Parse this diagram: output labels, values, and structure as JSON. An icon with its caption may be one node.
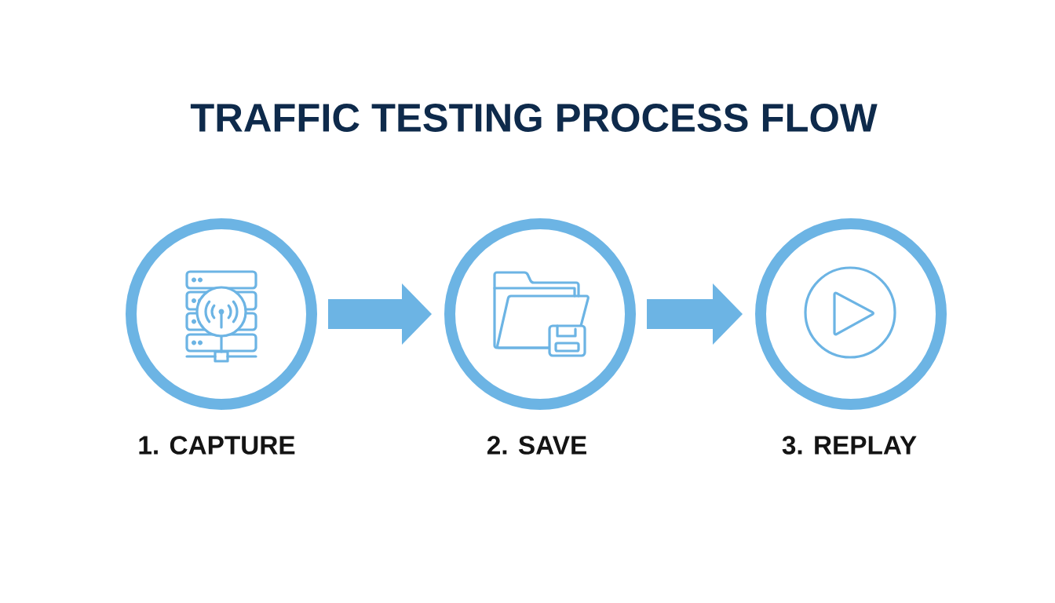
{
  "diagram": {
    "title": "TRAFFIC TESTING PROCESS FLOW",
    "nodes": [
      {
        "text": [
          "1. CAPTURE"
        ]
      },
      {
        "text": [
          "2. SAVE"
        ]
      },
      {
        "text": [
          "3. REPLAY"
        ]
      }
    ],
    "edges": [
      {
        "from": 0,
        "to": 1,
        "arrow": "to"
      },
      {
        "from": 1,
        "to": 2,
        "arrow": "to"
      }
    ]
  }
}
